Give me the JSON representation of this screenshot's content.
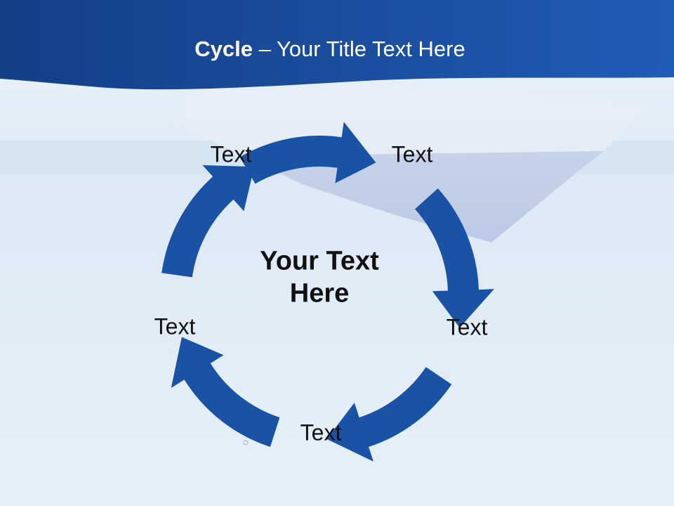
{
  "colors": {
    "header": "#1c4e9e",
    "arrow": "#1a52a6",
    "water": "#e3eef8"
  },
  "title": {
    "bold": "Cycle",
    "rest": " – Your Title Text Here"
  },
  "center": {
    "line1": "Your Text",
    "line2": "Here"
  },
  "steps": [
    {
      "label": "Text"
    },
    {
      "label": "Text"
    },
    {
      "label": "Text"
    },
    {
      "label": "Text"
    },
    {
      "label": "Text"
    }
  ]
}
